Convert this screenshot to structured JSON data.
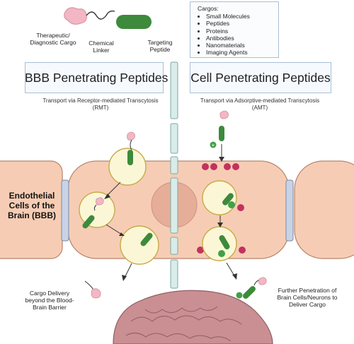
{
  "top_diagram": {
    "cargo_label": "Therapeutic/\nDiagnostic Cargo",
    "linker_label": "Chemical\nLinker",
    "peptide_label": "Targeting\nPeptide"
  },
  "cargos": {
    "heading": "Cargos:",
    "items": [
      "Small Molecules",
      "Peptides",
      "Proteins",
      "Antibodies",
      "Nanomaterials",
      "Imaging Agents"
    ]
  },
  "left_panel": {
    "title": "BBB Penetrating Peptides",
    "subtitle": "Transport via Receptor-mediated Transcytosis\n(RMT)"
  },
  "right_panel": {
    "title": "Cell Penetrating Peptides",
    "subtitle": "Transport via Adsorptive-mediated Transcytosis\n(AMT)"
  },
  "endothelial_label": "Endothelial\nCells of the\nBrain (BBB)",
  "bottom_left_label": "Cargo Delivery\nbeyond the Blood-\nBrain Barrier",
  "bottom_right_label": "Further Penetration of\nBrain Cells/Neurons to\nDeliver Cargo",
  "colors": {
    "cell_fill": "#f6cdb4",
    "cell_stroke": "#b9836a",
    "vesicle_fill": "#fbf7d6",
    "vesicle_stroke": "#c9a94a",
    "peptide": "#3d8a3c",
    "cargo": "#f2b6c4",
    "junction": "#c8d3e6",
    "brain": "#c98f93",
    "barrier": "#d8ecea",
    "negative": "#c2325f",
    "positive": "#43a047"
  }
}
